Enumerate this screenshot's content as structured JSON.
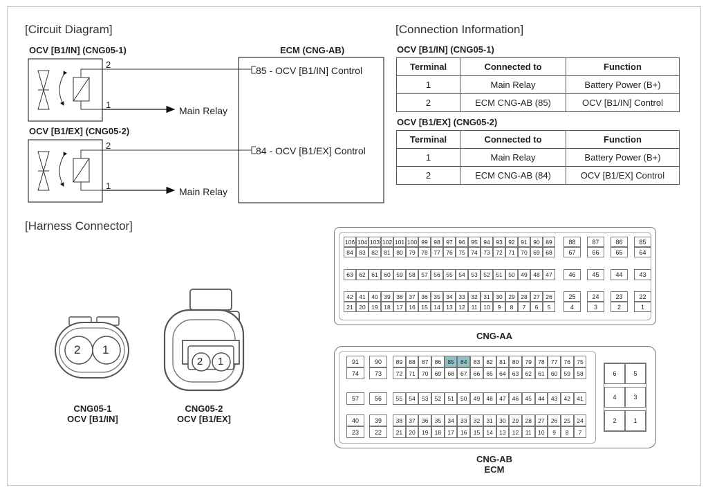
{
  "sections": {
    "circuit": "[Circuit Diagram]",
    "connection": "[Connection Information]",
    "harness": "[Harness Connector]"
  },
  "circuit": {
    "ocv_in_title": "OCV [B1/IN] (CNG05-1)",
    "ocv_ex_title": "OCV [B1/EX] (CNG05-2)",
    "ecm_title": "ECM (CNG-AB)",
    "pin2": "2",
    "pin1": "1",
    "main_relay": "Main Relay",
    "ecm_in": "85 - OCV [B1/IN] Control",
    "ecm_ex": "84 - OCV [B1/EX] Control"
  },
  "tables": [
    {
      "title": "OCV [B1/IN] (CNG05-1)",
      "headers": [
        "Terminal",
        "Connected to",
        "Function"
      ],
      "rows": [
        [
          "1",
          "Main Relay",
          "Battery Power (B+)"
        ],
        [
          "2",
          "ECM CNG-AB (85)",
          "OCV [B1/IN] Control"
        ]
      ]
    },
    {
      "title": "OCV [B1/EX] (CNG05-2)",
      "headers": [
        "Terminal",
        "Connected to",
        "Function"
      ],
      "rows": [
        [
          "1",
          "Main Relay",
          "Battery Power (B+)"
        ],
        [
          "2",
          "ECM CNG-AB (84)",
          "OCV [B1/EX] Control"
        ]
      ]
    }
  ],
  "harness": {
    "cng05_1": {
      "pins": [
        "2",
        "1"
      ],
      "caption1": "CNG05-1",
      "caption2": "OCV [B1/IN]"
    },
    "cng05_2": {
      "pins": [
        "2",
        "1"
      ],
      "caption1": "CNG05-2",
      "caption2": "OCV [B1/EX]"
    }
  },
  "cng_aa": {
    "caption": "CNG-AA",
    "main_top": [
      [
        "106",
        "104",
        "103",
        "102",
        "101",
        "100",
        "99",
        "98",
        "97",
        "96",
        "95",
        "94",
        "93",
        "92",
        "91",
        "90",
        "89"
      ],
      [
        "84",
        "83",
        "82",
        "81",
        "80",
        "79",
        "78",
        "77",
        "76",
        "75",
        "74",
        "73",
        "72",
        "71",
        "70",
        "69",
        "68"
      ]
    ],
    "right_top": [
      [
        "88",
        "87",
        "86",
        "85"
      ],
      [
        "67",
        "66",
        "65",
        "64"
      ]
    ],
    "main_mid": [
      "63",
      "62",
      "61",
      "60",
      "59",
      "58",
      "57",
      "56",
      "55",
      "54",
      "53",
      "52",
      "51",
      "50",
      "49",
      "48",
      "47"
    ],
    "right_mid": [
      "46",
      "45",
      "44",
      "43"
    ],
    "main_bot": [
      [
        "42",
        "41",
        "40",
        "39",
        "38",
        "37",
        "36",
        "35",
        "34",
        "33",
        "32",
        "31",
        "30",
        "29",
        "28",
        "27",
        "26"
      ],
      [
        "21",
        "20",
        "19",
        "18",
        "17",
        "16",
        "15",
        "14",
        "13",
        "12",
        "11",
        "10",
        "9",
        "8",
        "7",
        "6",
        "5"
      ]
    ],
    "right_bot": [
      [
        "25",
        "24",
        "23",
        "22"
      ],
      [
        "4",
        "3",
        "2",
        "1"
      ]
    ]
  },
  "cng_ab": {
    "caption1": "CNG-AB",
    "caption2": "ECM",
    "highlight": [
      "85",
      "84"
    ],
    "left_top": [
      [
        "91",
        "90"
      ],
      [
        "74",
        "73"
      ]
    ],
    "main_top": [
      [
        "89",
        "88",
        "87",
        "86",
        "85",
        "84",
        "83",
        "82",
        "81",
        "80",
        "79",
        "78",
        "77",
        "76",
        "75"
      ],
      [
        "72",
        "71",
        "70",
        "69",
        "68",
        "67",
        "66",
        "65",
        "64",
        "63",
        "62",
        "61",
        "60",
        "59",
        "58"
      ]
    ],
    "left_mid": [
      "57",
      "56"
    ],
    "main_mid": [
      "55",
      "54",
      "53",
      "52",
      "51",
      "50",
      "49",
      "48",
      "47",
      "46",
      "45",
      "44",
      "43",
      "42",
      "41"
    ],
    "left_bot": [
      [
        "40",
        "39"
      ],
      [
        "23",
        "22"
      ]
    ],
    "main_bot": [
      [
        "38",
        "37",
        "36",
        "35",
        "34",
        "33",
        "32",
        "31",
        "30",
        "29",
        "28",
        "27",
        "26",
        "25",
        "24"
      ],
      [
        "21",
        "20",
        "19",
        "18",
        "17",
        "16",
        "15",
        "14",
        "13",
        "12",
        "11",
        "10",
        "9",
        "8",
        "7"
      ]
    ],
    "right": [
      [
        "6",
        "5"
      ],
      [
        "4",
        "3"
      ],
      [
        "2",
        "1"
      ]
    ]
  }
}
